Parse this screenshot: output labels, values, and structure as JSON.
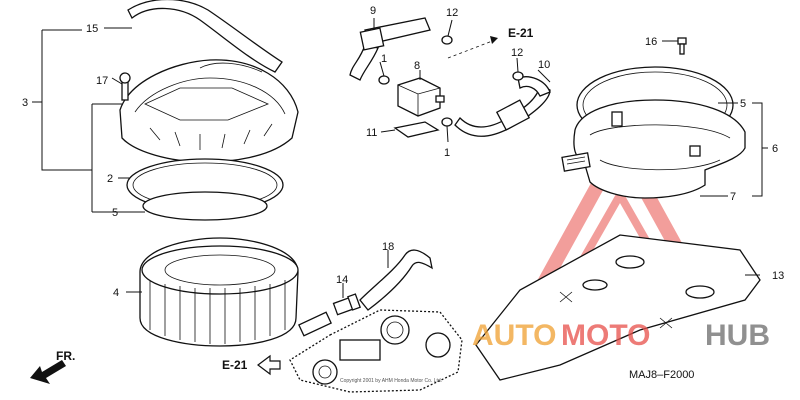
{
  "callouts": {
    "c15": "15",
    "c17": "17",
    "c3": "3",
    "c2": "2",
    "c5a": "5",
    "c4": "4",
    "c9": "9",
    "c12a": "12",
    "c12b": "12",
    "c10": "10",
    "c8": "8",
    "c1a": "1",
    "c1b": "1",
    "c11": "11",
    "c18": "18",
    "c14": "14",
    "c16": "16",
    "c5b": "5",
    "c6": "6",
    "c7": "7",
    "c13": "13"
  },
  "refs": {
    "e21_top": "E-21",
    "e21_bottom": "E-21"
  },
  "fr_label": "FR.",
  "diagram_code": "MAJ8–F2000",
  "copyright_note": "Copyright 2001 by AHM Honda Motor Co. Ltd.",
  "watermark": {
    "part1": "AUTO",
    "part2": "MOTO",
    "part3": "HUB",
    "color_orange": "#f0a030",
    "color_red": "#e8504a",
    "color_dark": "#6b6b6b"
  }
}
